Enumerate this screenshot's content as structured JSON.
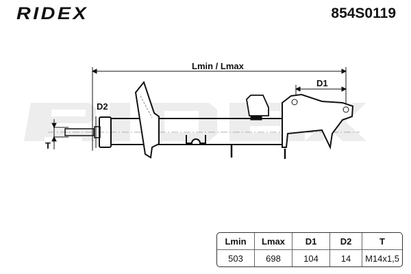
{
  "header": {
    "brand": "RIDEX",
    "part_number": "854S0119"
  },
  "diagram": {
    "watermark": "RIDEX",
    "labels": {
      "length": "Lmin / Lmax",
      "d1": "D1",
      "d2": "D2",
      "t": "T"
    }
  },
  "spec_table": {
    "columns": [
      "Lmin",
      "Lmax",
      "D1",
      "D2",
      "T"
    ],
    "values": [
      "503",
      "698",
      "104",
      "14",
      "M14x1,5"
    ]
  }
}
